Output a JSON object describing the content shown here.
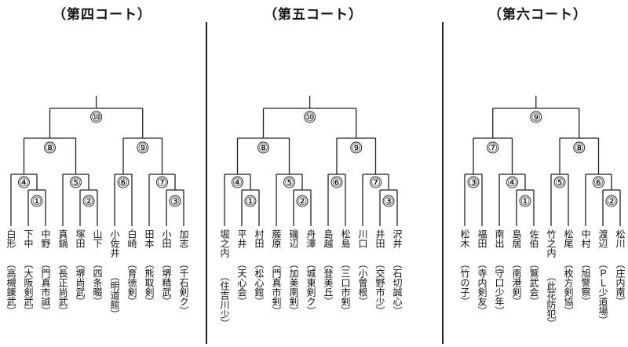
{
  "courts": [
    {
      "title": "（第四コート）",
      "top_round": "⑩",
      "semis": [
        "⑧",
        "⑨"
      ],
      "quarters": [
        "④",
        "⑤",
        "⑥",
        "⑦"
      ],
      "firsts": [
        "①",
        "②",
        "③"
      ],
      "players": [
        {
          "name": "白形",
          "aff": "（高槻錬武）"
        },
        {
          "name": "下中",
          "aff": "（大阪剣武）"
        },
        {
          "name": "中野",
          "aff": "（門真市誠）"
        },
        {
          "name": "真鍋",
          "aff": "（長正尚武）"
        },
        {
          "name": "塚田",
          "aff": "（堺尚武）"
        },
        {
          "name": "山下",
          "aff": "（四条畷）"
        },
        {
          "name": "小佐井",
          "aff": "（明道館）"
        },
        {
          "name": "白崎",
          "aff": "（育徳剣）"
        },
        {
          "name": "田本",
          "aff": "（熊取剣）"
        },
        {
          "name": "小田",
          "aff": "（堺精武）"
        },
        {
          "name": "加志",
          "aff": "（千石剣ク）"
        }
      ]
    },
    {
      "title": "（第五コート）",
      "top_round": "⑩",
      "semis": [
        "⑧",
        "⑨"
      ],
      "quarters": [
        "④",
        "⑤",
        "⑥",
        "⑦"
      ],
      "firsts": [
        "①",
        "②",
        "③"
      ],
      "players": [
        {
          "name": "堀之内",
          "aff": "（住吉川少）"
        },
        {
          "name": "平井",
          "aff": "（天心会）"
        },
        {
          "name": "村田",
          "aff": "（松心館）"
        },
        {
          "name": "藤原",
          "aff": "（門真市剣）"
        },
        {
          "name": "磯辺",
          "aff": "（加美南剣）"
        },
        {
          "name": "舟澤",
          "aff": "（城東剣ク）"
        },
        {
          "name": "島越",
          "aff": "（登美丘）"
        },
        {
          "name": "松島",
          "aff": "（三口市剣）"
        },
        {
          "name": "川口",
          "aff": "（小曽根）"
        },
        {
          "name": "井田",
          "aff": "（交野市少）"
        },
        {
          "name": "沢井",
          "aff": "（石切誠心）"
        }
      ]
    },
    {
      "title": "（第六コート）",
      "top_round": "⑨",
      "semis": [
        "⑦",
        "⑧"
      ],
      "quarters": [
        "③",
        "④",
        "⑤",
        "⑥"
      ],
      "firsts": [
        "①",
        "②"
      ],
      "players": [
        {
          "name": "松木",
          "aff": "（竹の子）"
        },
        {
          "name": "福田",
          "aff": "（寺内剣友）"
        },
        {
          "name": "南出",
          "aff": "（守口少年）"
        },
        {
          "name": "島居",
          "aff": "（南港剣）"
        },
        {
          "name": "佐伯",
          "aff": "（鷲武会）"
        },
        {
          "name": "竹之内",
          "aff": "（此花防犯）"
        },
        {
          "name": "松尾",
          "aff": "（枚方剣協）"
        },
        {
          "name": "中村",
          "aff": "（旭警察）"
        },
        {
          "name": "渡辺",
          "aff": "（ＰＬ少道場）"
        },
        {
          "name": "松川",
          "aff": "（庄内南）"
        }
      ]
    }
  ]
}
